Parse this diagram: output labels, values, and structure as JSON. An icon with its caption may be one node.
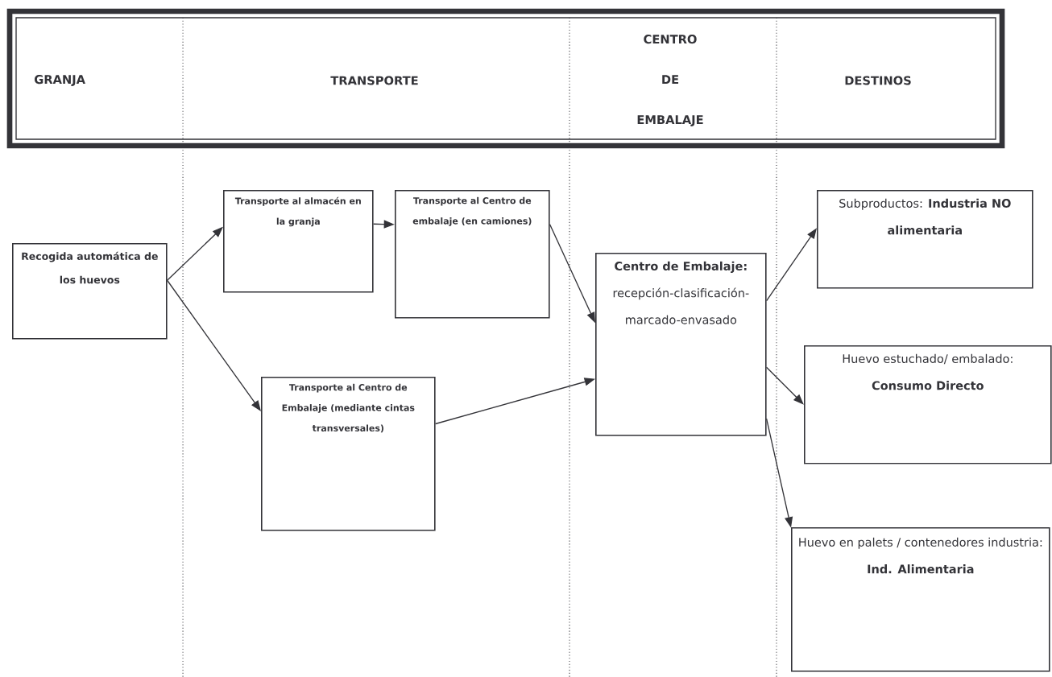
{
  "diagram": {
    "nodes": [
      {
        "text": [
          "Recogida automática de los huevos"
        ]
      },
      {
        "text": [
          "Transporte al almacén en la granja"
        ]
      },
      {
        "text": [
          "**Transporte al Centro de embalaje** (en camiones)"
        ]
      },
      {
        "text": [
          "**Transporte al Centro de Embalaje** (mediante cintas transversales)"
        ]
      },
      {
        "text": [
          "**Centro de Embalaje:** recepción-clasificación-marcado-envasado"
        ]
      },
      {
        "text": [
          "Subproductos: **Industria NO alimentaria**"
        ]
      },
      {
        "text": [
          "Huevo estuchado/ embalado: **Consumo Directo**"
        ]
      },
      {
        "text": [
          "Huevo en palets / contenedores industria: **Ind. Alimentaria**"
        ]
      }
    ],
    "edges": [
      {
        "from": 0,
        "to": 1,
        "arrow": "to"
      },
      {
        "from": 0,
        "to": 3,
        "arrow": "to"
      },
      {
        "from": 1,
        "to": 2,
        "arrow": "to"
      },
      {
        "from": 2,
        "to": 4,
        "arrow": "to"
      },
      {
        "from": 3,
        "to": 4,
        "arrow": "to"
      },
      {
        "from": 4,
        "to": 5,
        "arrow": "to"
      },
      {
        "from": 4,
        "to": 6,
        "arrow": "to"
      },
      {
        "from": 4,
        "to": 7,
        "arrow": "to"
      }
    ],
    "labels": [
      "GRANJA",
      "TRANSPORTE",
      "CENTRO DE EMBALAJE",
      "DESTINOS"
    ]
  }
}
